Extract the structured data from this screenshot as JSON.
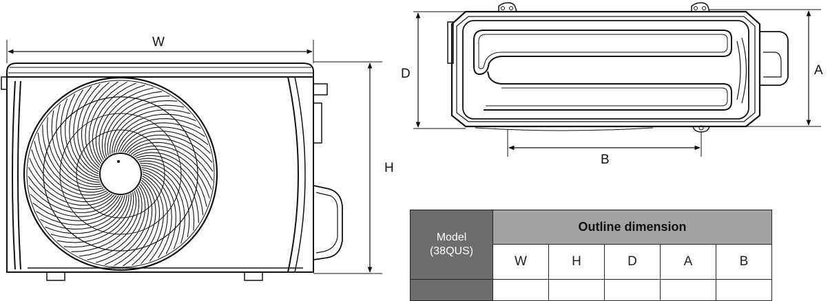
{
  "front_view": {
    "width_label": "W",
    "height_label": "H"
  },
  "top_view": {
    "depth_label": "D",
    "a_label": "A",
    "b_label": "B"
  },
  "table": {
    "model_label": "Model",
    "model_code": "(38QUS)",
    "outline_label": "Outline dimension",
    "columns": [
      "W",
      "H",
      "D",
      "A",
      "B"
    ]
  }
}
